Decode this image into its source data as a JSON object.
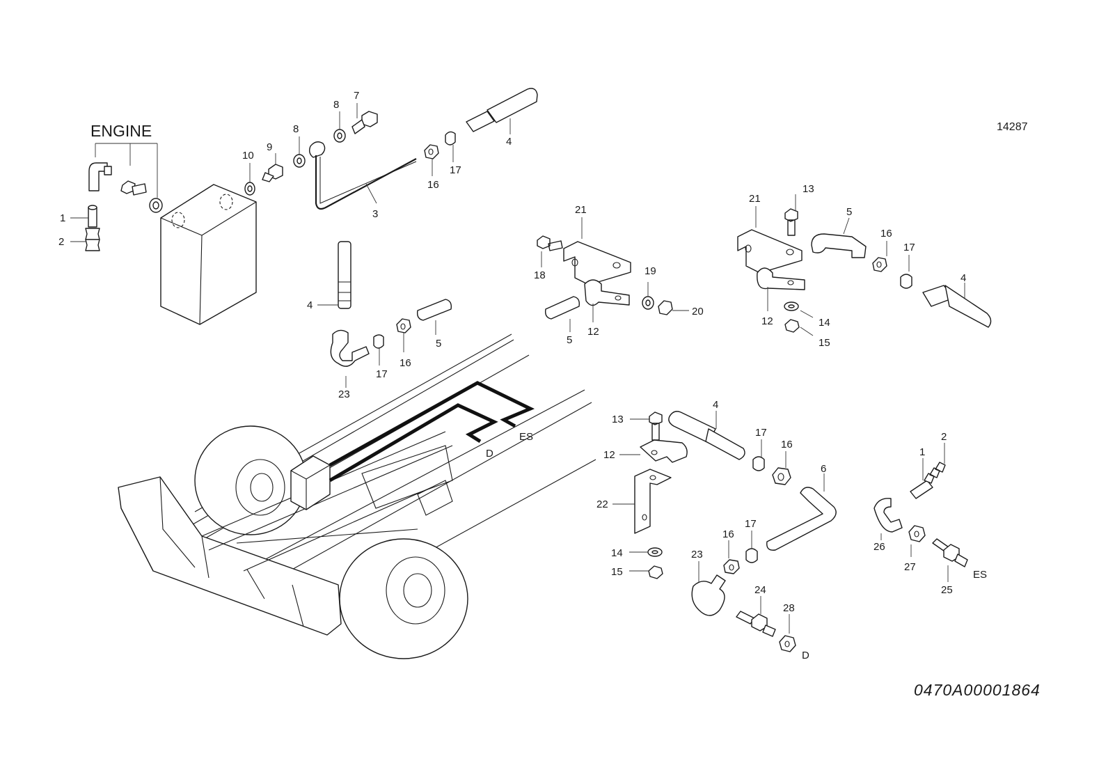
{
  "diagram": {
    "reference_number": "14287",
    "document_code": "0470A00001864",
    "engine_label": "ENGINE",
    "route_labels": {
      "d": "D",
      "es": "ES"
    }
  },
  "callouts": {
    "engine_group": [
      "1",
      "2",
      "10",
      "9",
      "8",
      "8",
      "7",
      "3",
      "16",
      "17",
      "4"
    ],
    "center_group": [
      "4",
      "23",
      "17",
      "16",
      "5"
    ],
    "clamp_group_a": [
      "21",
      "18",
      "19",
      "20",
      "5",
      "12"
    ],
    "clamp_group_b": [
      "21",
      "13",
      "5",
      "16",
      "17",
      "4",
      "12",
      "14",
      "15"
    ],
    "lower_group": [
      "4",
      "13",
      "12",
      "22",
      "17",
      "16",
      "6",
      "14",
      "15",
      "23",
      "16",
      "17",
      "24",
      "28",
      "D"
    ],
    "es_group": [
      "2",
      "1",
      "26",
      "27",
      "25",
      "ES"
    ]
  }
}
